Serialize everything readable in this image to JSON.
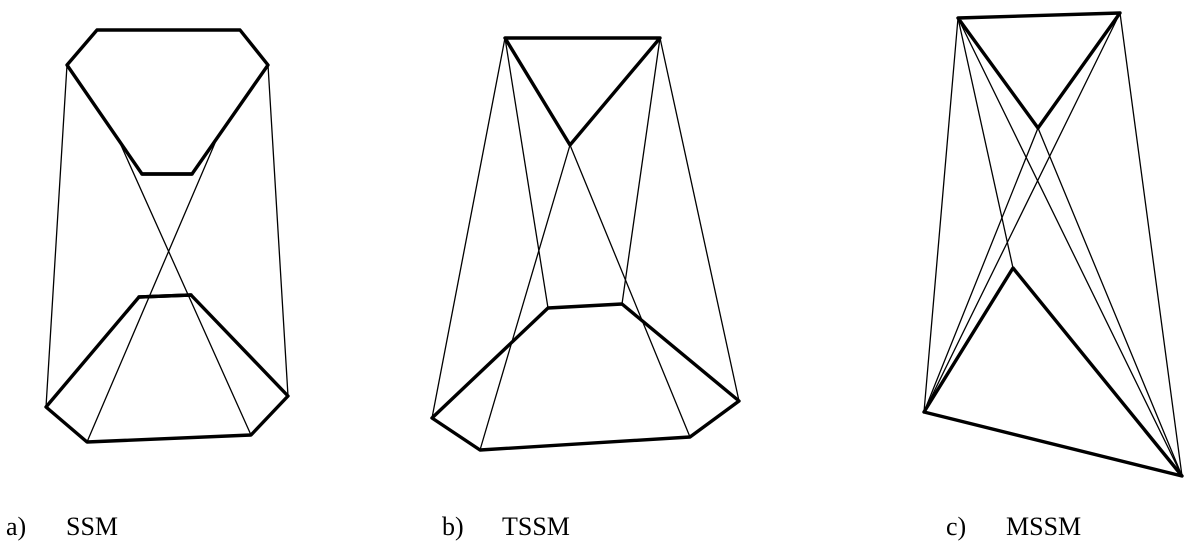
{
  "captions": [
    {
      "letter": "a)",
      "name": "SSM"
    },
    {
      "letter": "b)",
      "name": "TSSM"
    },
    {
      "letter": "c)",
      "name": "MSSM"
    }
  ],
  "colors": {
    "line": "#000000",
    "background": "#ffffff"
  }
}
